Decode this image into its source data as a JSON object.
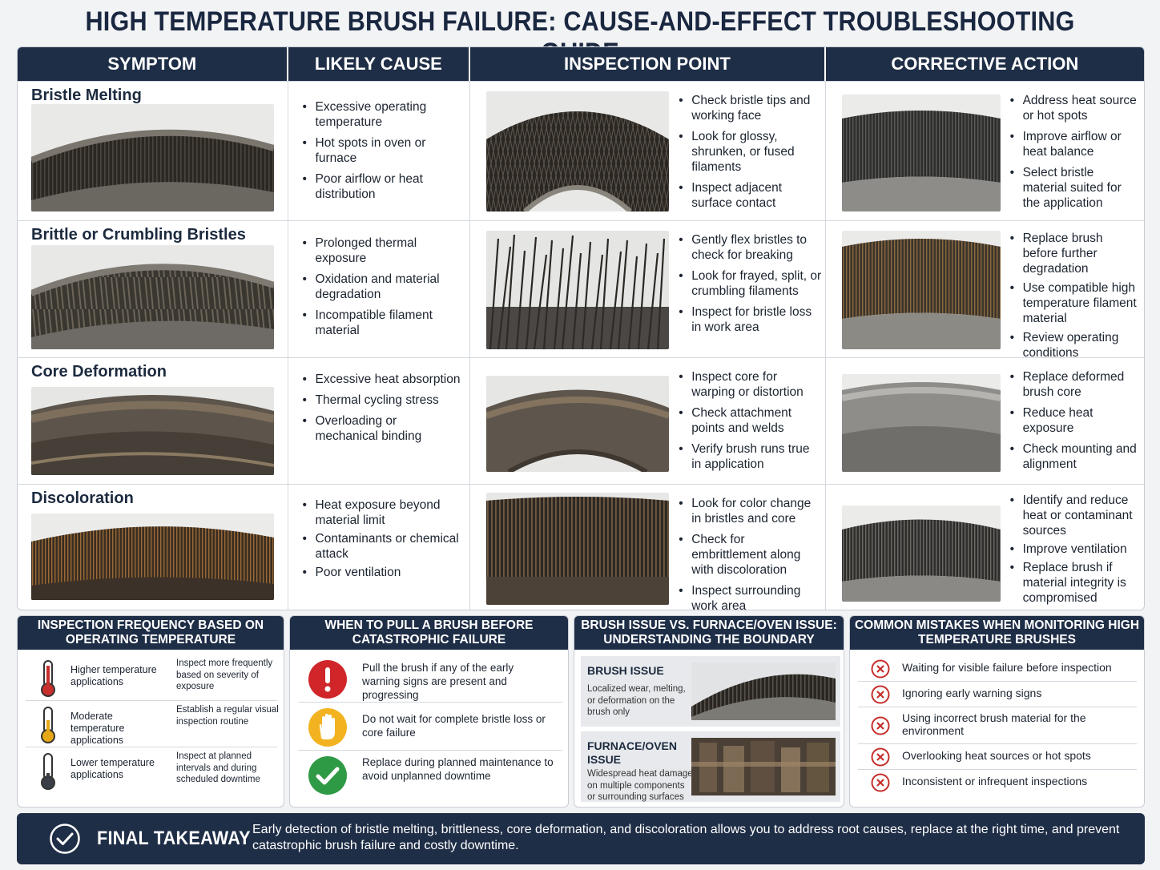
{
  "title": "HIGH TEMPERATURE BRUSH FAILURE: CAUSE-AND-EFFECT TROUBLESHOOTING GUIDE",
  "table": {
    "headers": [
      "SYMPTOM",
      "LIKELY CAUSE",
      "INSPECTION POINT",
      "CORRECTIVE ACTION"
    ],
    "rows": [
      {
        "symptom": "Bristle Melting",
        "causes": [
          "Excessive operating temperature",
          "Hot spots in oven or furnace",
          "Poor airflow or heat distribution"
        ],
        "inspection": [
          "Check bristle tips and working face",
          "Look for glossy, shrunken, or fused filaments",
          "Inspect adjacent surface contact"
        ],
        "actions": [
          "Address heat source or hot spots",
          "Improve airflow or heat balance",
          "Select bristle material suited for the application"
        ]
      },
      {
        "symptom": "Brittle or Crumbling Bristles",
        "causes": [
          "Prolonged thermal exposure",
          "Oxidation and material degradation",
          "Incompatible filament material"
        ],
        "inspection": [
          "Gently flex bristles to check for breaking",
          "Look for frayed, split, or crumbling filaments",
          "Inspect for bristle loss in work area"
        ],
        "actions": [
          "Replace brush before further degradation",
          "Use compatible high temperature filament material",
          "Review operating conditions"
        ]
      },
      {
        "symptom": "Core Deformation",
        "causes": [
          "Excessive heat absorption",
          "Thermal cycling stress",
          "Overloading or mechanical binding"
        ],
        "inspection": [
          "Inspect core for warping or distortion",
          "Check attachment points and welds",
          "Verify brush runs true in application"
        ],
        "actions": [
          "Replace deformed brush core",
          "Reduce heat exposure",
          "Check mounting and alignment"
        ]
      },
      {
        "symptom": "Discoloration",
        "causes": [
          "Heat exposure beyond material limit",
          "Contaminants or chemical attack",
          "Poor ventilation"
        ],
        "inspection": [
          "Look for color change in bristles and core",
          "Check for embrittlement along with discoloration",
          "Inspect surrounding work area"
        ],
        "actions": [
          "Identify and reduce heat or contaminant sources",
          "Improve ventilation",
          "Replace brush if material integrity is compromised"
        ]
      }
    ]
  },
  "frequency": {
    "heading": "INSPECTION FREQUENCY BASED ON OPERATING TEMPERATURE",
    "rows": [
      {
        "label": "Higher temperature applications",
        "action": "Inspect more frequently based on severity of exposure",
        "icon": "thermometer-high-icon",
        "color": "#c62f2b"
      },
      {
        "label": "Moderate temperature applications",
        "action": "Establish a regular visual inspection routine",
        "icon": "thermometer-medium-icon",
        "color": "#e6a817"
      },
      {
        "label": "Lower temperature applications",
        "action": "Inspect at planned intervals and during scheduled downtime",
        "icon": "thermometer-low-icon",
        "color": "#3a3f47"
      }
    ]
  },
  "pull": {
    "heading": "WHEN TO PULL A BRUSH BEFORE CATASTROPHIC FAILURE",
    "rows": [
      {
        "text": "Pull the brush if any of the early warning signs are present and progressing",
        "icon": "alert-icon",
        "color": "#d0262a"
      },
      {
        "text": "Do not wait for complete bristle loss or core failure",
        "icon": "hand-stop-icon",
        "color": "#f3b320"
      },
      {
        "text": "Replace during planned maintenance to avoid unplanned downtime",
        "icon": "check-icon",
        "color": "#2f9a45"
      }
    ]
  },
  "boundary": {
    "heading": "BRUSH ISSUE VS. FURNACE/OVEN ISSUE: UNDERSTANDING THE BOUNDARY",
    "brush": {
      "title": "BRUSH ISSUE",
      "desc": "Localized wear, melting, or deformation on the brush only"
    },
    "furnace": {
      "title": "FURNACE/OVEN ISSUE",
      "desc": "Widespread heat damage on multiple components or surrounding surfaces"
    }
  },
  "mistakes": {
    "heading": "COMMON MISTAKES WHEN MONITORING HIGH TEMPERATURE BRUSHES",
    "items": [
      "Waiting for visible failure before inspection",
      "Ignoring early warning signs",
      "Using incorrect brush material for the environment",
      "Overlooking heat sources or hot spots",
      "Inconsistent or infrequent inspections"
    ]
  },
  "takeaway": {
    "heading": "FINAL TAKEAWAY",
    "text": "Early detection of bristle melting, brittleness, core deformation, and discoloration allows you to address root causes, replace at the right time, and prevent catastrophic brush failure and costly downtime."
  },
  "colors": {
    "navy": "#1f2e47",
    "danger": "#c62f2b",
    "warning": "#e6a817",
    "ok": "#2f9a45"
  }
}
